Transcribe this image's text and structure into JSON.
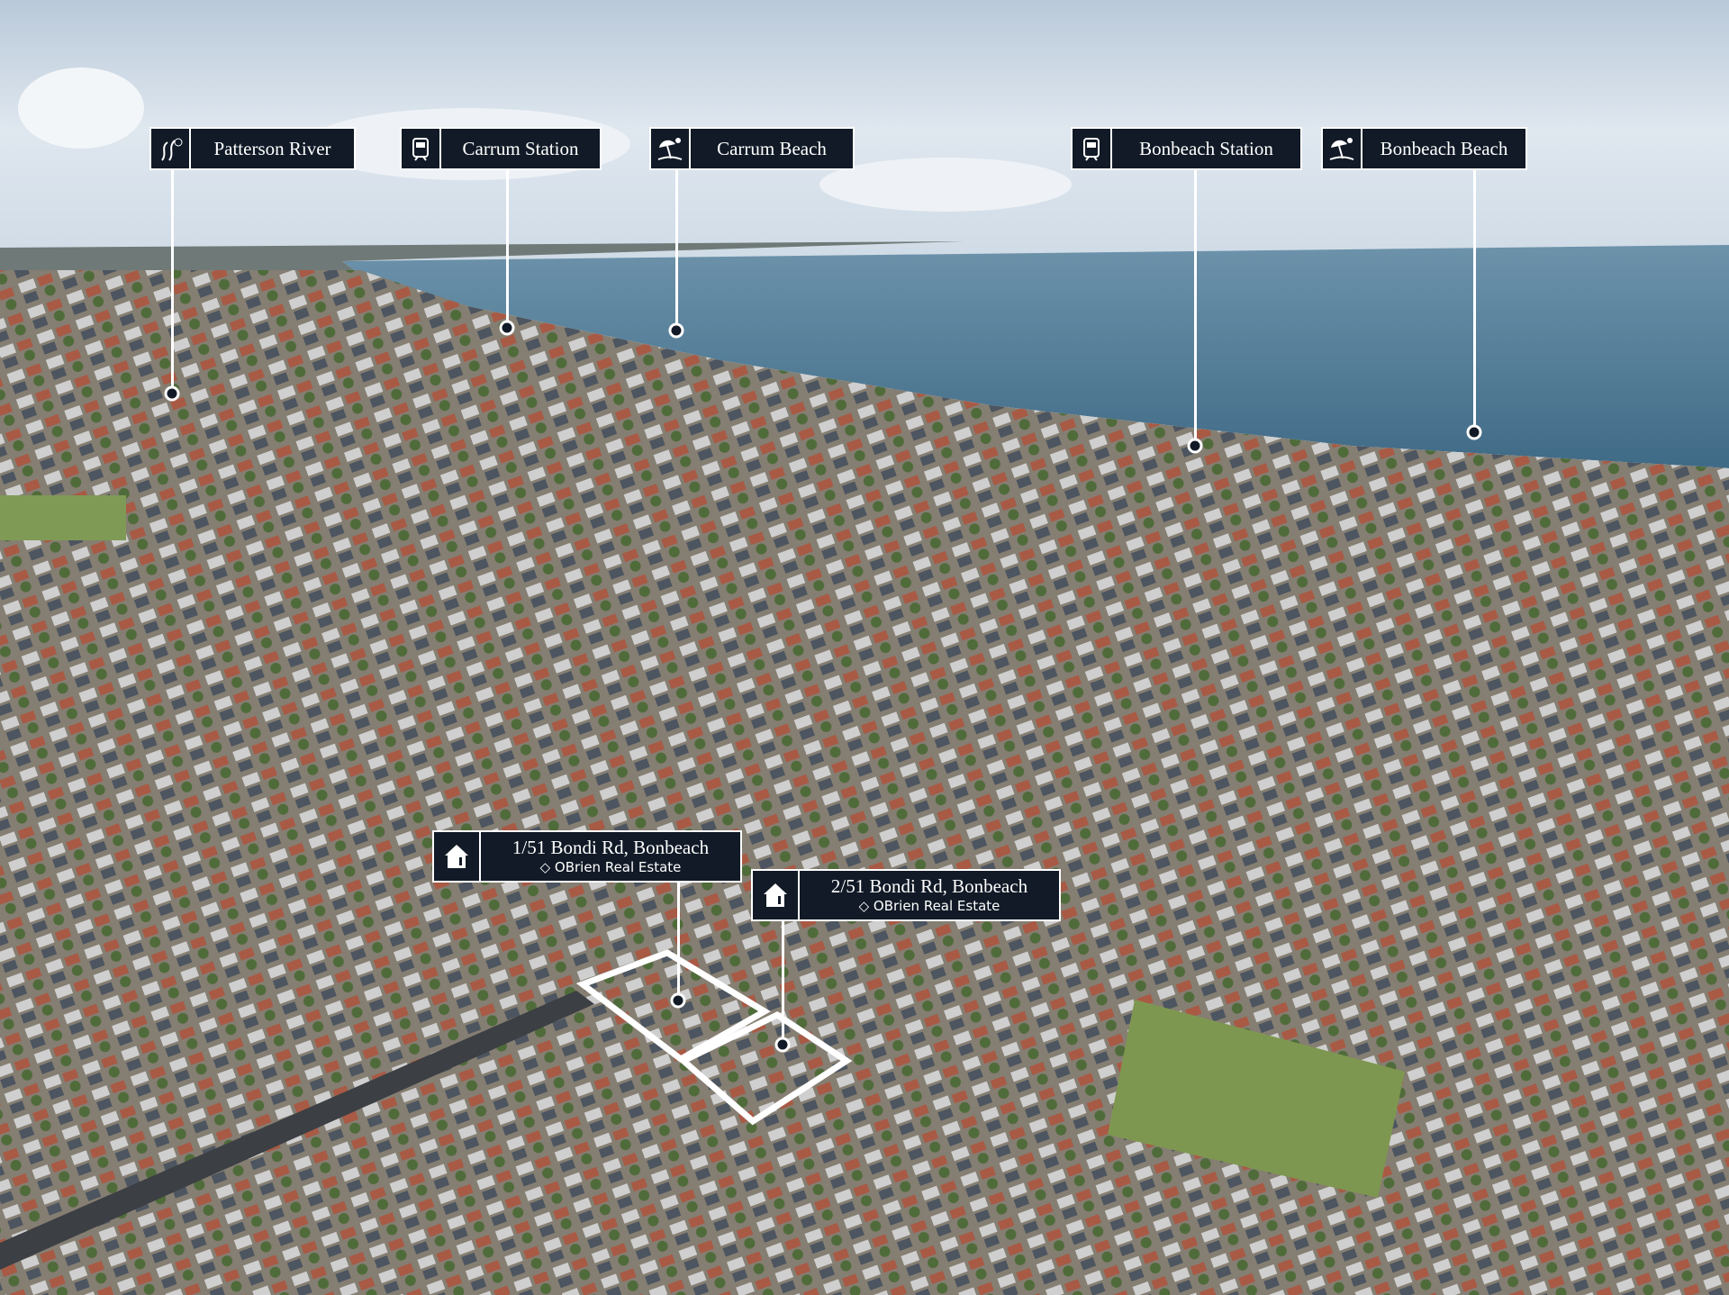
{
  "landmarks": [
    {
      "name": "Patterson River",
      "icon": "river-icon"
    },
    {
      "name": "Carrum Station",
      "icon": "train-icon"
    },
    {
      "name": "Carrum Beach",
      "icon": "beach-umbrella-icon"
    },
    {
      "name": "Bonbeach Station",
      "icon": "train-icon"
    },
    {
      "name": "Bonbeach Beach",
      "icon": "beach-umbrella-icon"
    }
  ],
  "properties": [
    {
      "address": "1/51 Bondi Rd, Bonbeach",
      "agent": "OBrien Real Estate",
      "icon": "house-icon"
    },
    {
      "address": "2/51 Bondi Rd, Bonbeach",
      "agent": "OBrien Real Estate",
      "icon": "house-icon"
    }
  ],
  "colors": {
    "label_bg": "#111a26",
    "outline": "#ffffff",
    "sea": "#4d7893",
    "sky": "#c9d8e6"
  }
}
